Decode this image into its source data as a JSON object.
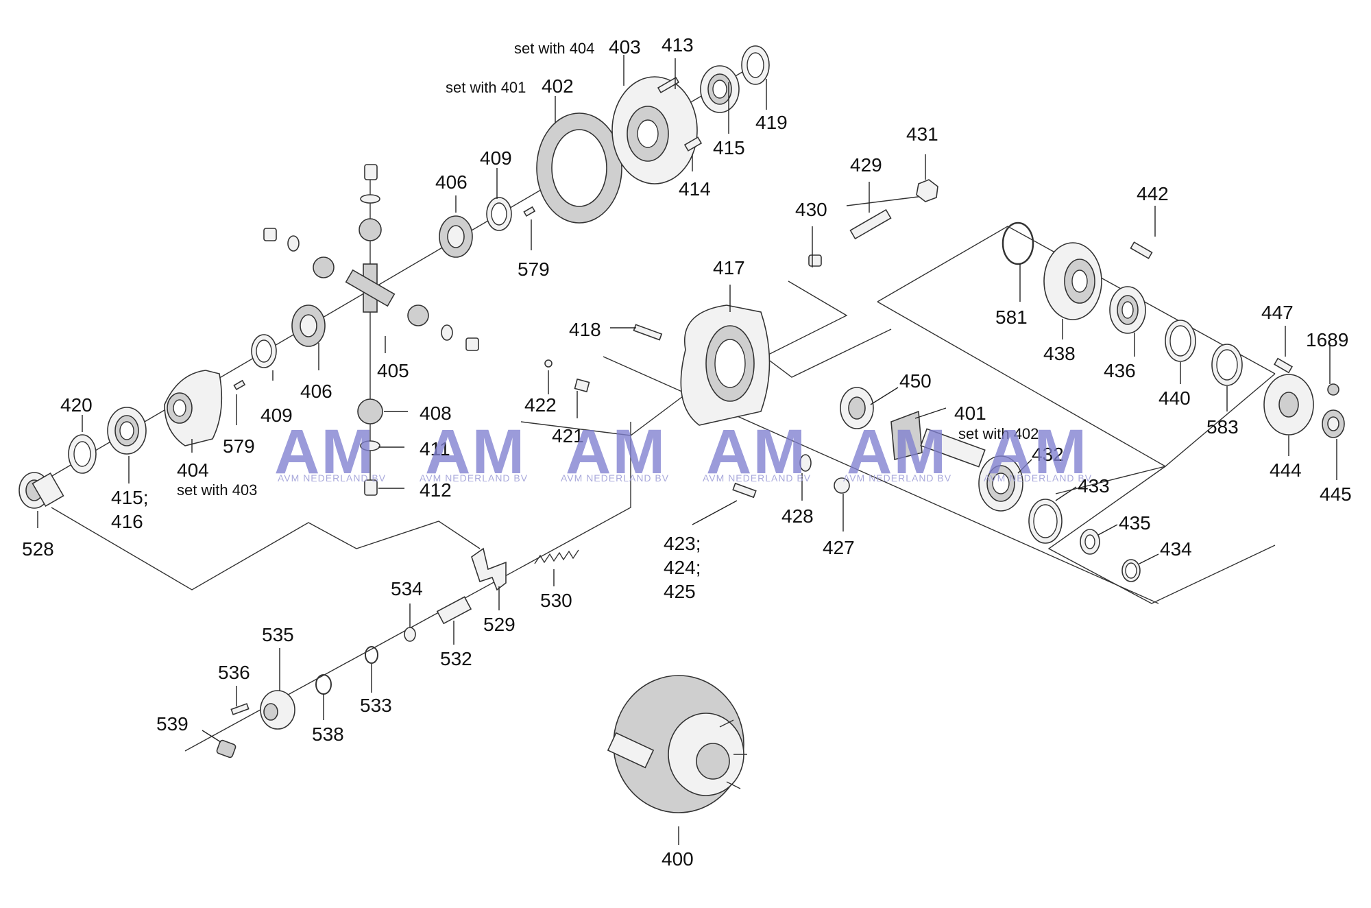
{
  "parts": [
    {
      "id": "400",
      "label": "400"
    },
    {
      "id": "401",
      "label": "401"
    },
    {
      "id": "402",
      "label": "402"
    },
    {
      "id": "403",
      "label": "403"
    },
    {
      "id": "404",
      "label": "404"
    },
    {
      "id": "405",
      "label": "405"
    },
    {
      "id": "406a",
      "label": "406"
    },
    {
      "id": "406b",
      "label": "406"
    },
    {
      "id": "408",
      "label": "408"
    },
    {
      "id": "409a",
      "label": "409"
    },
    {
      "id": "409b",
      "label": "409"
    },
    {
      "id": "411",
      "label": "411"
    },
    {
      "id": "412",
      "label": "412"
    },
    {
      "id": "413",
      "label": "413"
    },
    {
      "id": "414",
      "label": "414"
    },
    {
      "id": "415",
      "label": "415"
    },
    {
      "id": "415_416_a",
      "label": "415;"
    },
    {
      "id": "415_416_b",
      "label": "416"
    },
    {
      "id": "417",
      "label": "417"
    },
    {
      "id": "418",
      "label": "418"
    },
    {
      "id": "419",
      "label": "419"
    },
    {
      "id": "420",
      "label": "420"
    },
    {
      "id": "421",
      "label": "421"
    },
    {
      "id": "422",
      "label": "422"
    },
    {
      "id": "423_a",
      "label": "423;"
    },
    {
      "id": "424_a",
      "label": "424;"
    },
    {
      "id": "425_a",
      "label": "425"
    },
    {
      "id": "427",
      "label": "427"
    },
    {
      "id": "428",
      "label": "428"
    },
    {
      "id": "429",
      "label": "429"
    },
    {
      "id": "430",
      "label": "430"
    },
    {
      "id": "431",
      "label": "431"
    },
    {
      "id": "432",
      "label": "432"
    },
    {
      "id": "433",
      "label": "433"
    },
    {
      "id": "434",
      "label": "434"
    },
    {
      "id": "435",
      "label": "435"
    },
    {
      "id": "436",
      "label": "436"
    },
    {
      "id": "438",
      "label": "438"
    },
    {
      "id": "440",
      "label": "440"
    },
    {
      "id": "442",
      "label": "442"
    },
    {
      "id": "444",
      "label": "444"
    },
    {
      "id": "445",
      "label": "445"
    },
    {
      "id": "447",
      "label": "447"
    },
    {
      "id": "450",
      "label": "450"
    },
    {
      "id": "528",
      "label": "528"
    },
    {
      "id": "529",
      "label": "529"
    },
    {
      "id": "530",
      "label": "530"
    },
    {
      "id": "532",
      "label": "532"
    },
    {
      "id": "533",
      "label": "533"
    },
    {
      "id": "534",
      "label": "534"
    },
    {
      "id": "535",
      "label": "535"
    },
    {
      "id": "536",
      "label": "536"
    },
    {
      "id": "538",
      "label": "538"
    },
    {
      "id": "539",
      "label": "539"
    },
    {
      "id": "579a",
      "label": "579"
    },
    {
      "id": "579b",
      "label": "579"
    },
    {
      "id": "581",
      "label": "581"
    },
    {
      "id": "583",
      "label": "583"
    },
    {
      "id": "1689",
      "label": "1689"
    }
  ],
  "notes": {
    "set_with_404": "set with 404",
    "set_with_401": "set with 401",
    "set_with_403": "set with 403",
    "set_with_402": "set with 402"
  },
  "watermark": {
    "brand": "AM",
    "tagline": "AVM NEDERLAND BV",
    "color": "#8080d0"
  }
}
